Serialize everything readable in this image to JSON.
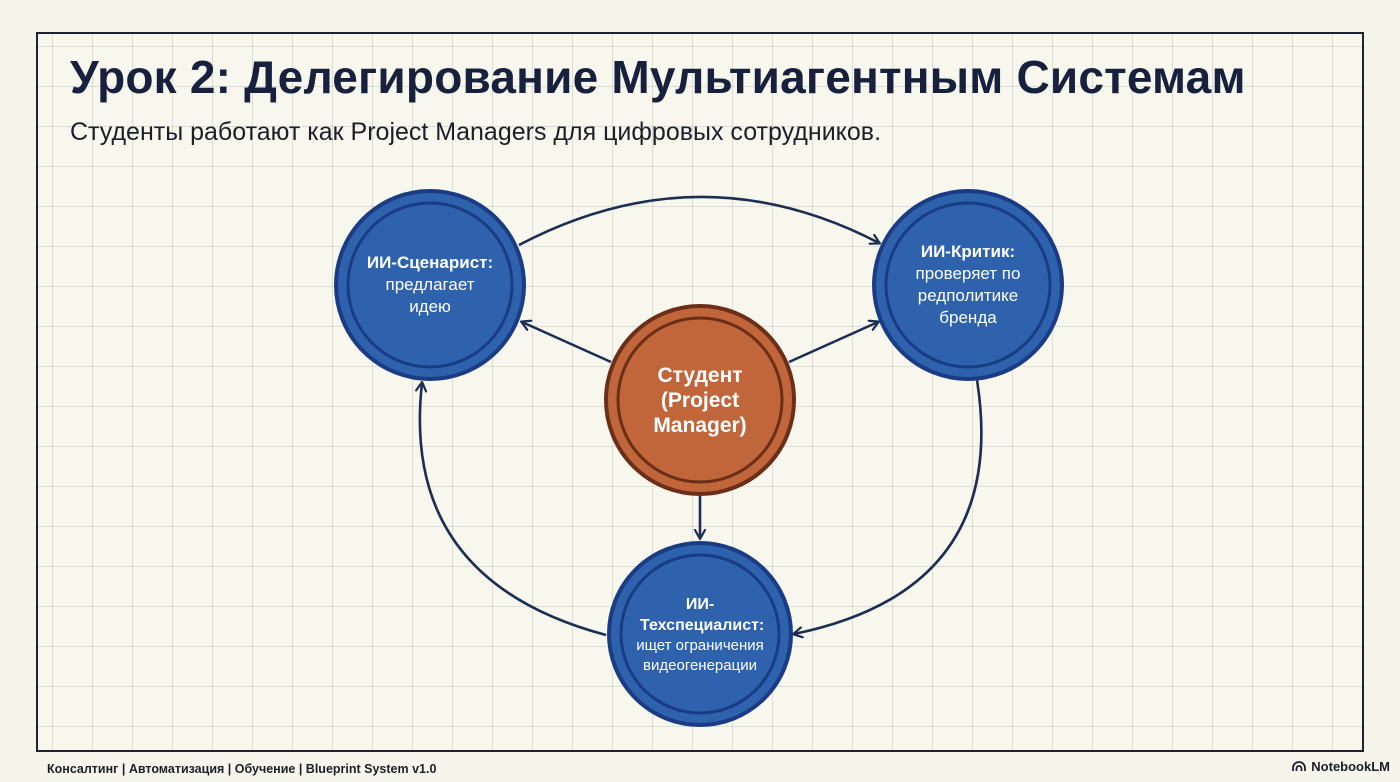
{
  "slide": {
    "title": "Урок 2: Делегирование Мультиагентным Системам",
    "subtitle": "Студенты работают как Project Managers для цифровых сотрудников."
  },
  "nodes": {
    "scenarist": {
      "title": "ИИ-Сценарист:",
      "desc": "предлагает идею"
    },
    "critic": {
      "title": "ИИ-Критик:",
      "desc": "проверяет по редполитике бренда"
    },
    "student": {
      "title": "Студент (Project Manager)"
    },
    "tech": {
      "title": "ИИ-Техспециалист:",
      "desc": "ищет ограничения видеогенерации"
    }
  },
  "footer": {
    "text": "Консалтинг | Автоматизация | Обучение | Blueprint System v1.0",
    "brand": "NotebookLM"
  },
  "colors": {
    "blue_node": "#2f62ad",
    "blue_ring": "#1a3c84",
    "orange_node": "#c0663a",
    "orange_ring": "#6b2e18",
    "arrow": "#1c2e52"
  }
}
